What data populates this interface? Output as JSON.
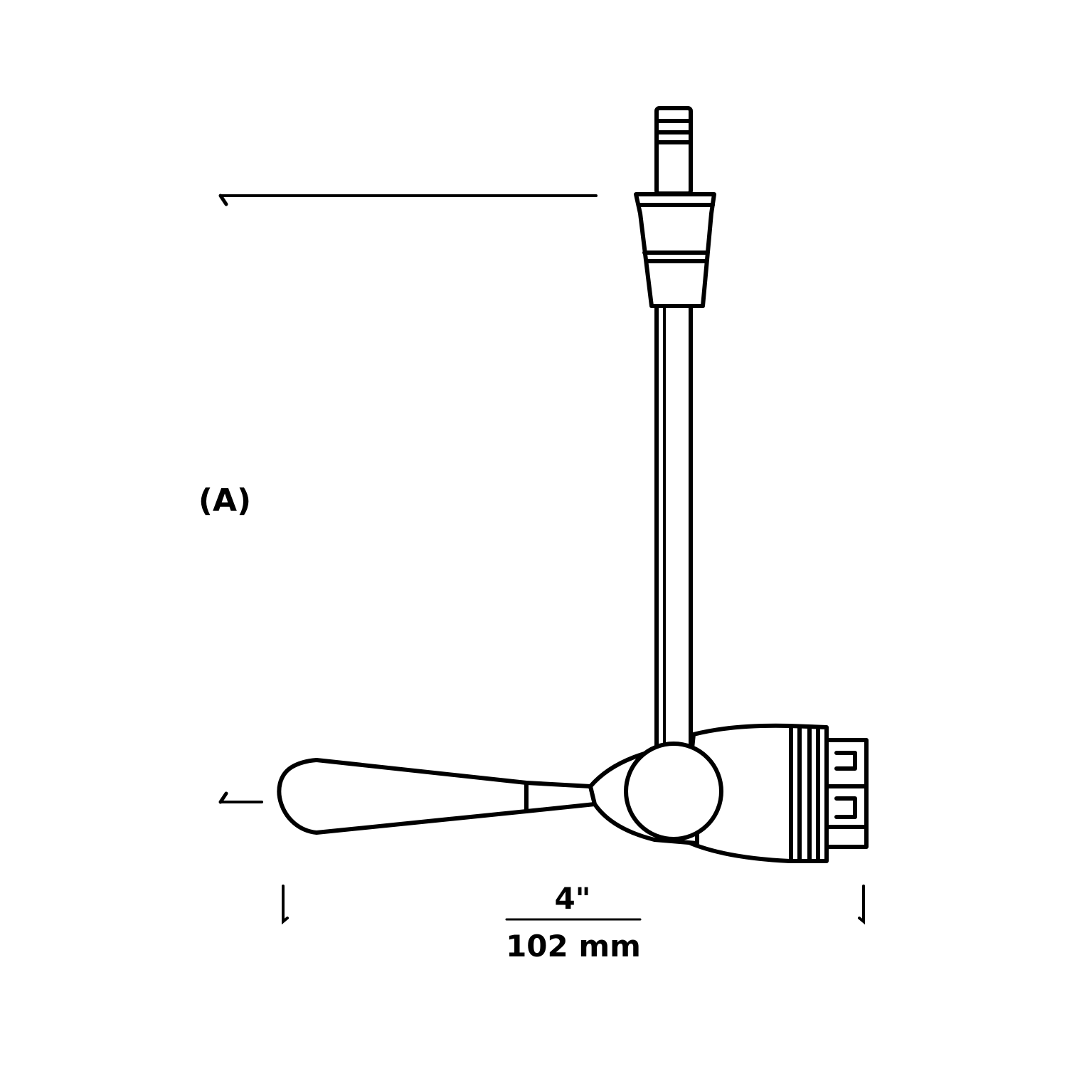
{
  "diagram": {
    "stroke_color": "#000000",
    "background_color": "#ffffff",
    "labels": {
      "height_label": "(A)",
      "width_imperial": "4\"",
      "width_metric": "102 mm"
    }
  }
}
